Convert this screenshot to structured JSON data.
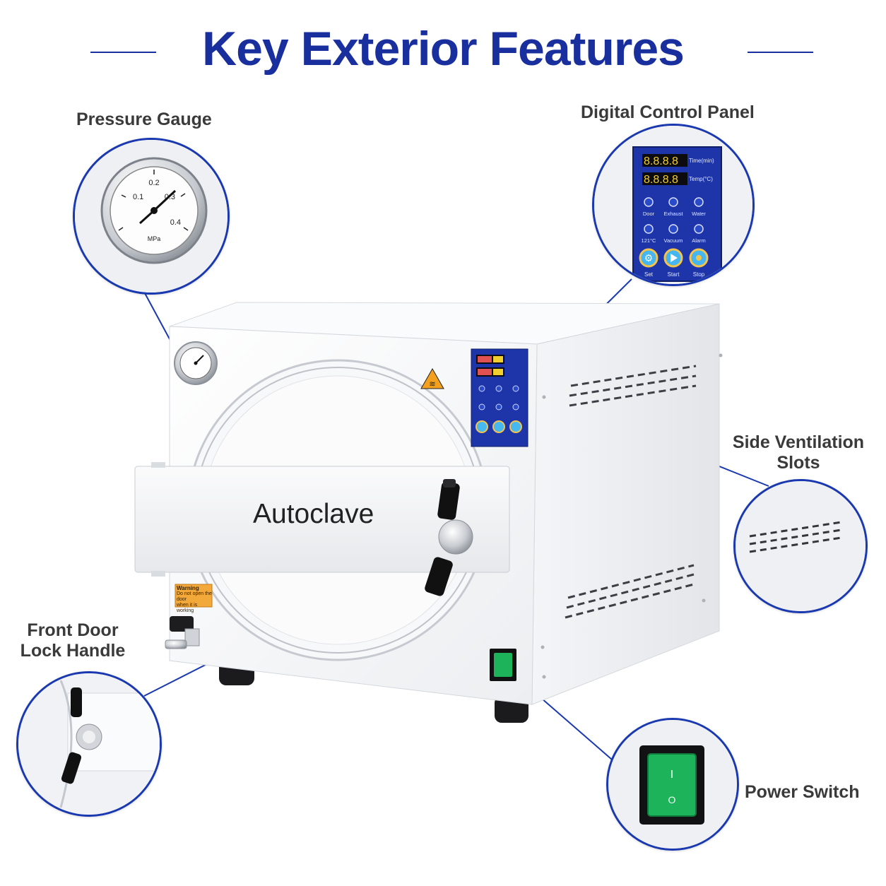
{
  "title": "Key Exterior Features",
  "callouts": {
    "pressure_gauge": "Pressure Gauge",
    "control_panel": "Digital Control Panel",
    "ventilation_line1": "Side Ventilation",
    "ventilation_line2": "Slots",
    "door_handle_line1": "Front Door",
    "door_handle_line2": "Lock Handle",
    "power_switch": "Power Switch"
  },
  "device": {
    "name": "Autoclave",
    "warning_title": "Warning",
    "warning_text_1": "Do not open the door",
    "warning_text_2": "when it is working"
  },
  "gauge": {
    "ticks": [
      "0.1",
      "0.2",
      "0.3",
      "0.4"
    ],
    "unit": "MPa"
  },
  "panel": {
    "display_digits": "8.8.8.8",
    "time_label": "Time(min)",
    "temp_label": "Temp(°C)",
    "indicators": [
      "Door",
      "Exhaust",
      "Water",
      "121°C",
      "Vacuum",
      "Alarm"
    ],
    "buttons": [
      "Set",
      "Start",
      "Stop"
    ]
  },
  "switch": {
    "on_symbol": "I",
    "off_symbol": "O"
  },
  "colors": {
    "accent": "#1a2f9e",
    "circle_border": "#1a39b0",
    "panel_blue": "#1d35a8",
    "switch_green": "#1db35a"
  }
}
